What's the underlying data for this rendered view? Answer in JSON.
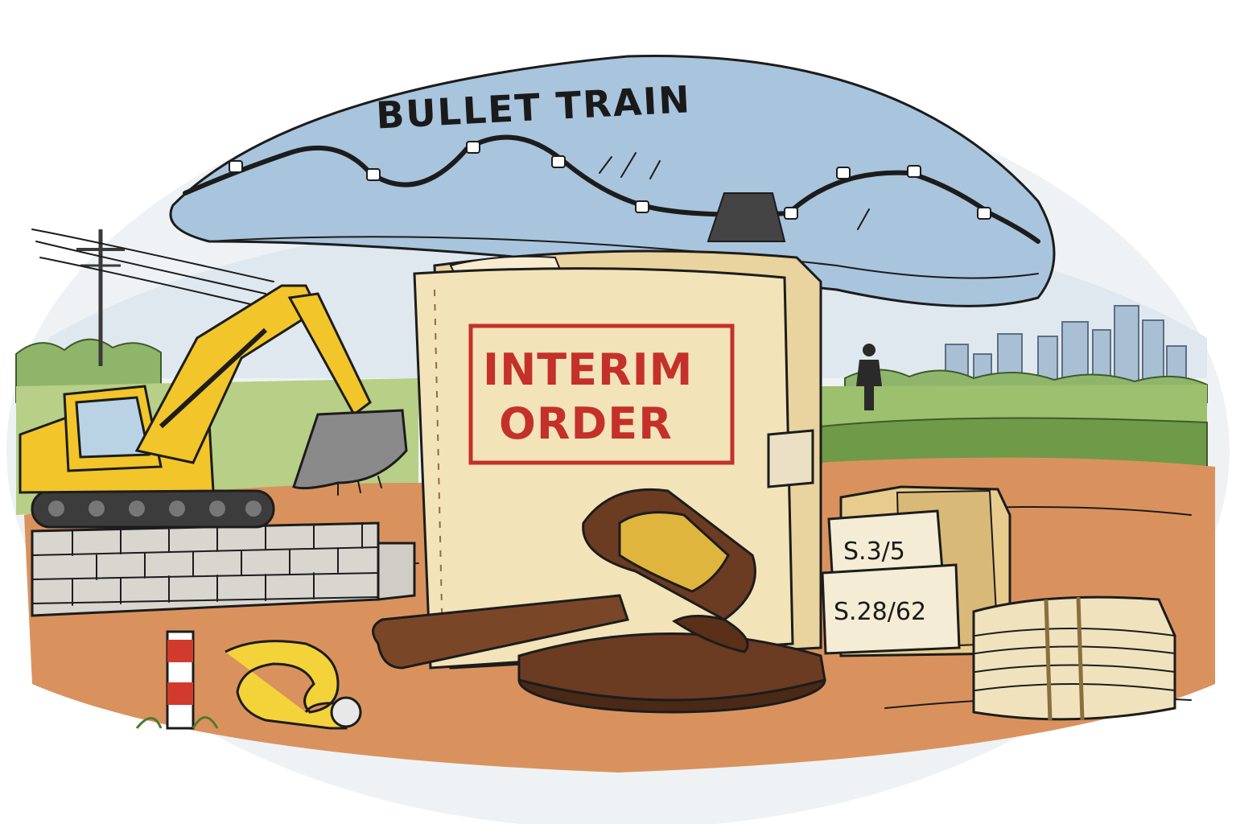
{
  "scene": {
    "train_label": "BULLET TRAIN",
    "folder_stamp": {
      "line1": "INTERIM",
      "line2": "ORDER"
    },
    "file_labels": [
      "S.3/5",
      "S.28/62"
    ]
  },
  "colors": {
    "sky": "#a9c4dd",
    "excavator": "#f2c52a",
    "stamp_red": "#c4312a",
    "folder": "#f3e3b8",
    "gavel": "#6b3b22",
    "soil": "#c97848",
    "grass": "#7ea650"
  }
}
